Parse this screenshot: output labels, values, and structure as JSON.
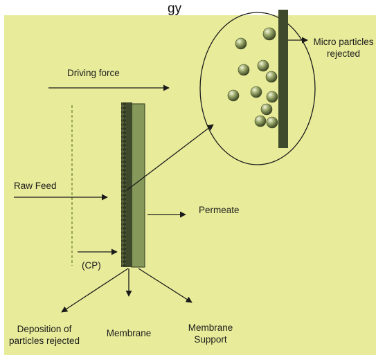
{
  "header": {
    "caption_fragment": "gy"
  },
  "labels": {
    "driving_force": "Driving force",
    "raw_feed": "Raw Feed",
    "cp": "(CP)",
    "permeate": "Permeate",
    "micro_particles_line1": "Micro particles",
    "micro_particles_line2": "rejected",
    "deposition_line1": "Deposition of",
    "deposition_line2": "particles rejected",
    "membrane": "Membrane",
    "membrane_support_line1": "Membrane",
    "membrane_support_line2": "Support"
  },
  "colors": {
    "background": "#e8ec9a",
    "membrane": "#3f4a2c",
    "membrane_support": "#86985a",
    "dashed_line": "#9aa65a",
    "particle": "#7c8a4c",
    "line": "#1a1a1a"
  },
  "icons": [
    "arrow-icon",
    "particle-icon"
  ]
}
